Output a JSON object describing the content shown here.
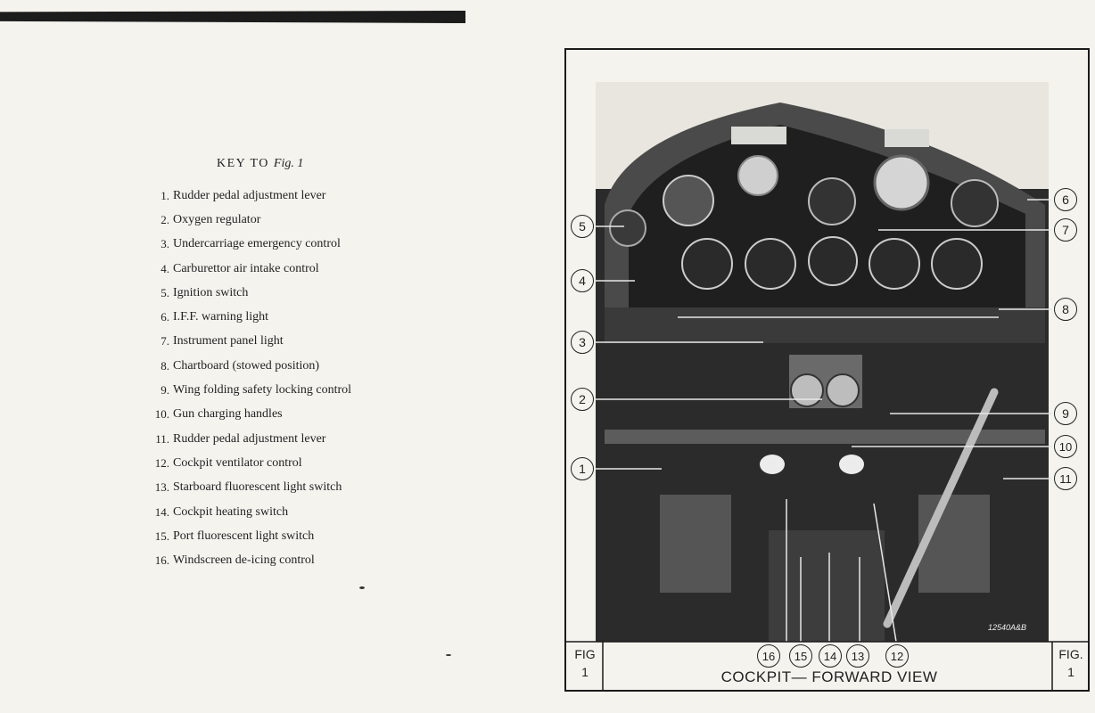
{
  "key": {
    "title_prefix": "KEY TO",
    "title_fig": "Fig. 1",
    "items": [
      {
        "num": "1.",
        "label": "Rudder pedal adjustment lever"
      },
      {
        "num": "2.",
        "label": "Oxygen regulator"
      },
      {
        "num": "3.",
        "label": "Undercarriage emergency control"
      },
      {
        "num": "4.",
        "label": "Carburettor air intake control"
      },
      {
        "num": "5.",
        "label": "Ignition switch"
      },
      {
        "num": "6.",
        "label": "I.F.F. warning light"
      },
      {
        "num": "7.",
        "label": "Instrument panel light"
      },
      {
        "num": "8.",
        "label": "Chartboard (stowed position)"
      },
      {
        "num": "9.",
        "label": "Wing folding safety locking control"
      },
      {
        "num": "10.",
        "label": "Gun charging handles"
      },
      {
        "num": "11.",
        "label": "Rudder pedal adjustment lever"
      },
      {
        "num": "12.",
        "label": "Cockpit ventilator control"
      },
      {
        "num": "13.",
        "label": "Starboard fluorescent light switch"
      },
      {
        "num": "14.",
        "label": "Cockpit heating switch"
      },
      {
        "num": "15.",
        "label": "Port fluorescent light switch"
      },
      {
        "num": "16.",
        "label": "Windscreen de-icing control"
      }
    ]
  },
  "figure": {
    "fig_left": {
      "line1": "FIG",
      "line2": "1"
    },
    "fig_right": {
      "line1": "FIG.",
      "line2": "1"
    },
    "caption": "COCKPIT— FORWARD VIEW",
    "photo_code": "12540A&B",
    "callouts": {
      "c1": "1",
      "c2": "2",
      "c3": "3",
      "c4": "4",
      "c5": "5",
      "c6": "6",
      "c7": "7",
      "c8": "8",
      "c9": "9",
      "c10": "10",
      "c11": "11",
      "c12": "12",
      "c13": "13",
      "c14": "14",
      "c15": "15",
      "c16": "16"
    }
  },
  "colors": {
    "paper": "#f4f3ee",
    "ink": "#222222",
    "photo_dark": "#2a2a2a"
  }
}
